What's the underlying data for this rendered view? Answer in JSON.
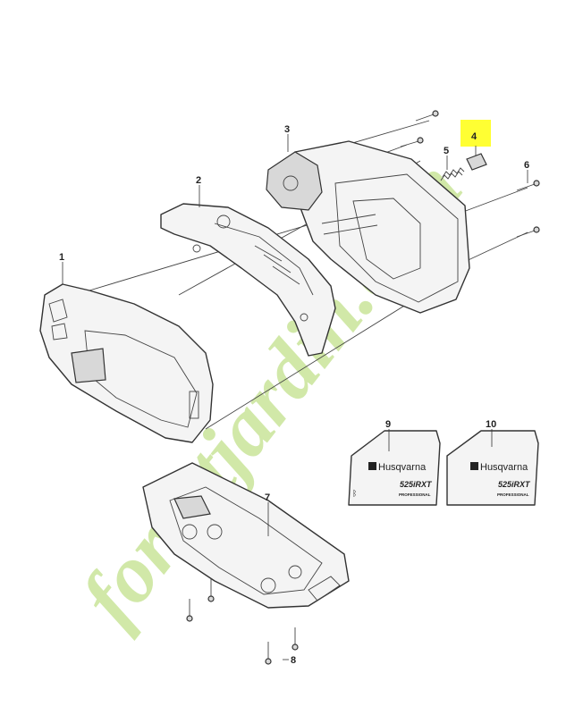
{
  "diagram": {
    "callouts": [
      "1",
      "2",
      "3",
      "4",
      "5",
      "6",
      "7",
      "8",
      "9",
      "10"
    ],
    "highlight_color": "#ffff33",
    "watermark": {
      "text": "forestjardin.com",
      "color_green": "#c9e59a",
      "color_orange": "#f5c48a"
    },
    "decal_9": {
      "brand": "Husqvarna",
      "model": "525iRXT",
      "line": "PROFESSIONAL"
    },
    "decal_10": {
      "brand": "Husqvarna",
      "model": "525iRXT",
      "line": "PROFESSIONAL"
    }
  }
}
